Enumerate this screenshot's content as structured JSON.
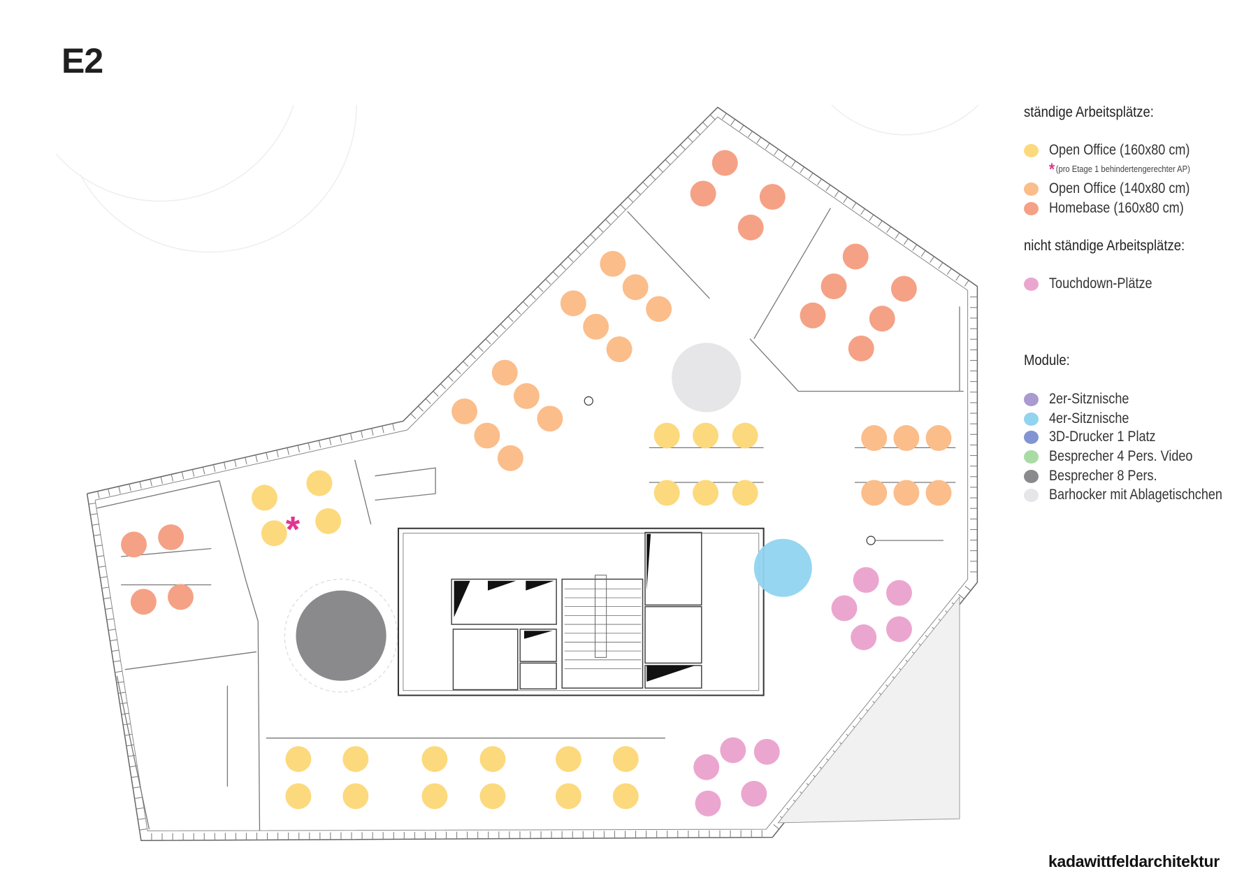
{
  "floor_label": "E2",
  "firm_logo": "kadawittfeldarchitektur",
  "legend": {
    "permanent_heading": "ständige Arbeitsplätze:",
    "permanent_items": [
      {
        "label": "Open Office (160x80 cm)",
        "color": "#fcd97c"
      },
      {
        "label": "Open Office (140x80 cm)",
        "color": "#fbbd8a"
      },
      {
        "label": "Homebase  (160x80 cm)",
        "color": "#f5a186"
      }
    ],
    "accessible_note_marker": "*",
    "accessible_note": "(pro Etage 1 behindertengerechter AP)",
    "nonpermanent_heading": "nicht ständige Arbeitsplätze:",
    "nonpermanent_items": [
      {
        "label": "Touchdown-Plätze",
        "color": "#eba6cf"
      }
    ],
    "modules_heading": "Module:",
    "modules_items": [
      {
        "label": "2er-Sitznische",
        "color": "#a99ad0"
      },
      {
        "label": "4er-Sitznische",
        "color": "#91d4ef"
      },
      {
        "label": "3D-Drucker 1 Platz",
        "color": "#8295d2"
      },
      {
        "label": "Besprecher 4 Pers. Video",
        "color": "#a9dba4"
      },
      {
        "label": "Besprecher 8 Pers.",
        "color": "#8a8a8d"
      },
      {
        "label": "Barhocker mit Ablagetischchen",
        "color": "#e6e6e8"
      }
    ]
  },
  "plan": {
    "accent_asterisk": "*",
    "asterisk_color": "#e0368f",
    "wall_color": "#555555"
  }
}
